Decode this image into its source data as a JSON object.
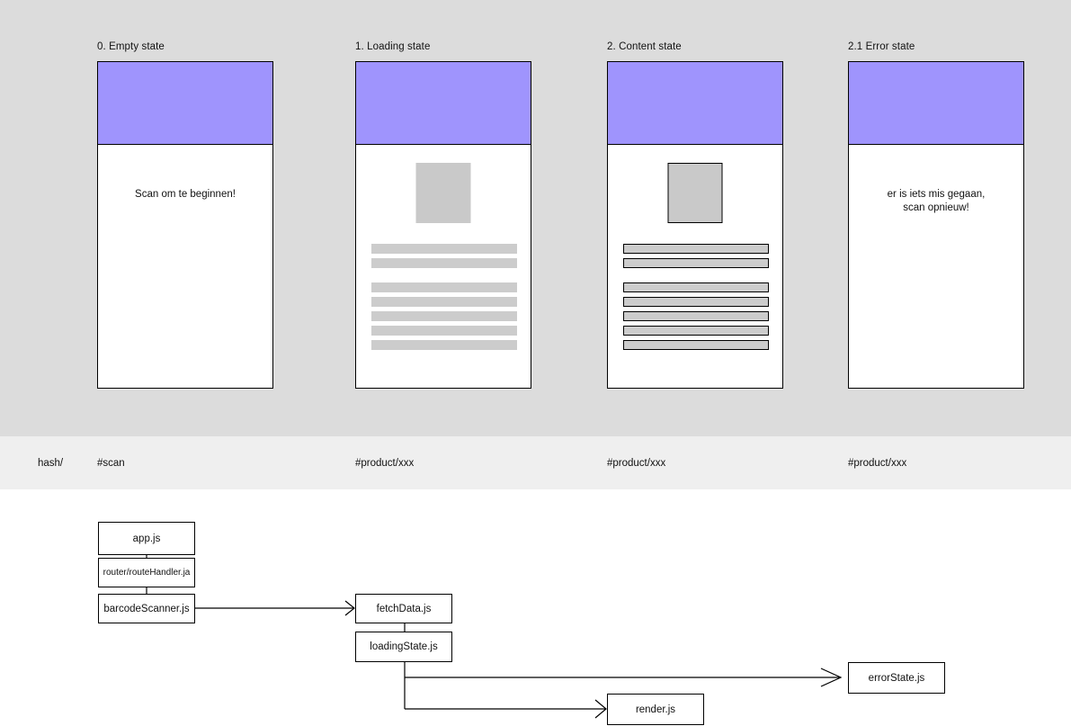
{
  "palette": {
    "band_top_bg": "#dcdcdc",
    "band_hash_bg": "#efefef",
    "band_bottom_bg": "#ffffff",
    "header_purple": "#9f94fd",
    "skeleton_gray": "#cccccc",
    "image_gray": "#c9c9c9",
    "stroke": "#000000"
  },
  "screens": [
    {
      "label": "0. Empty state",
      "message": "Scan om te beginnen!",
      "has_image": false,
      "has_bars": false,
      "bordered_content": false
    },
    {
      "label": "1. Loading state",
      "message": "",
      "has_image": true,
      "has_bars": true,
      "bordered_content": false
    },
    {
      "label": "2. Content state",
      "message": "",
      "has_image": true,
      "has_bars": true,
      "bordered_content": true
    },
    {
      "label": "2.1 Error state",
      "message": "er is iets mis gegaan,\nscan opnieuw!",
      "has_image": false,
      "has_bars": false,
      "bordered_content": false
    }
  ],
  "hash_row": {
    "prefix_label": "hash/",
    "routes": [
      "#scan",
      "#product/xxx",
      "#product/xxx",
      "#product/xxx"
    ]
  },
  "flow": {
    "boxes": [
      {
        "id": "app",
        "label": "app.js"
      },
      {
        "id": "routeHandler",
        "label": "router/routeHandler.ja"
      },
      {
        "id": "barcodeScanner",
        "label": "barcodeScanner.js"
      },
      {
        "id": "fetchData",
        "label": "fetchData.js"
      },
      {
        "id": "loadingState",
        "label": "loadingState.js"
      },
      {
        "id": "errorState",
        "label": "errorState.js"
      },
      {
        "id": "render",
        "label": "render.js"
      }
    ]
  }
}
